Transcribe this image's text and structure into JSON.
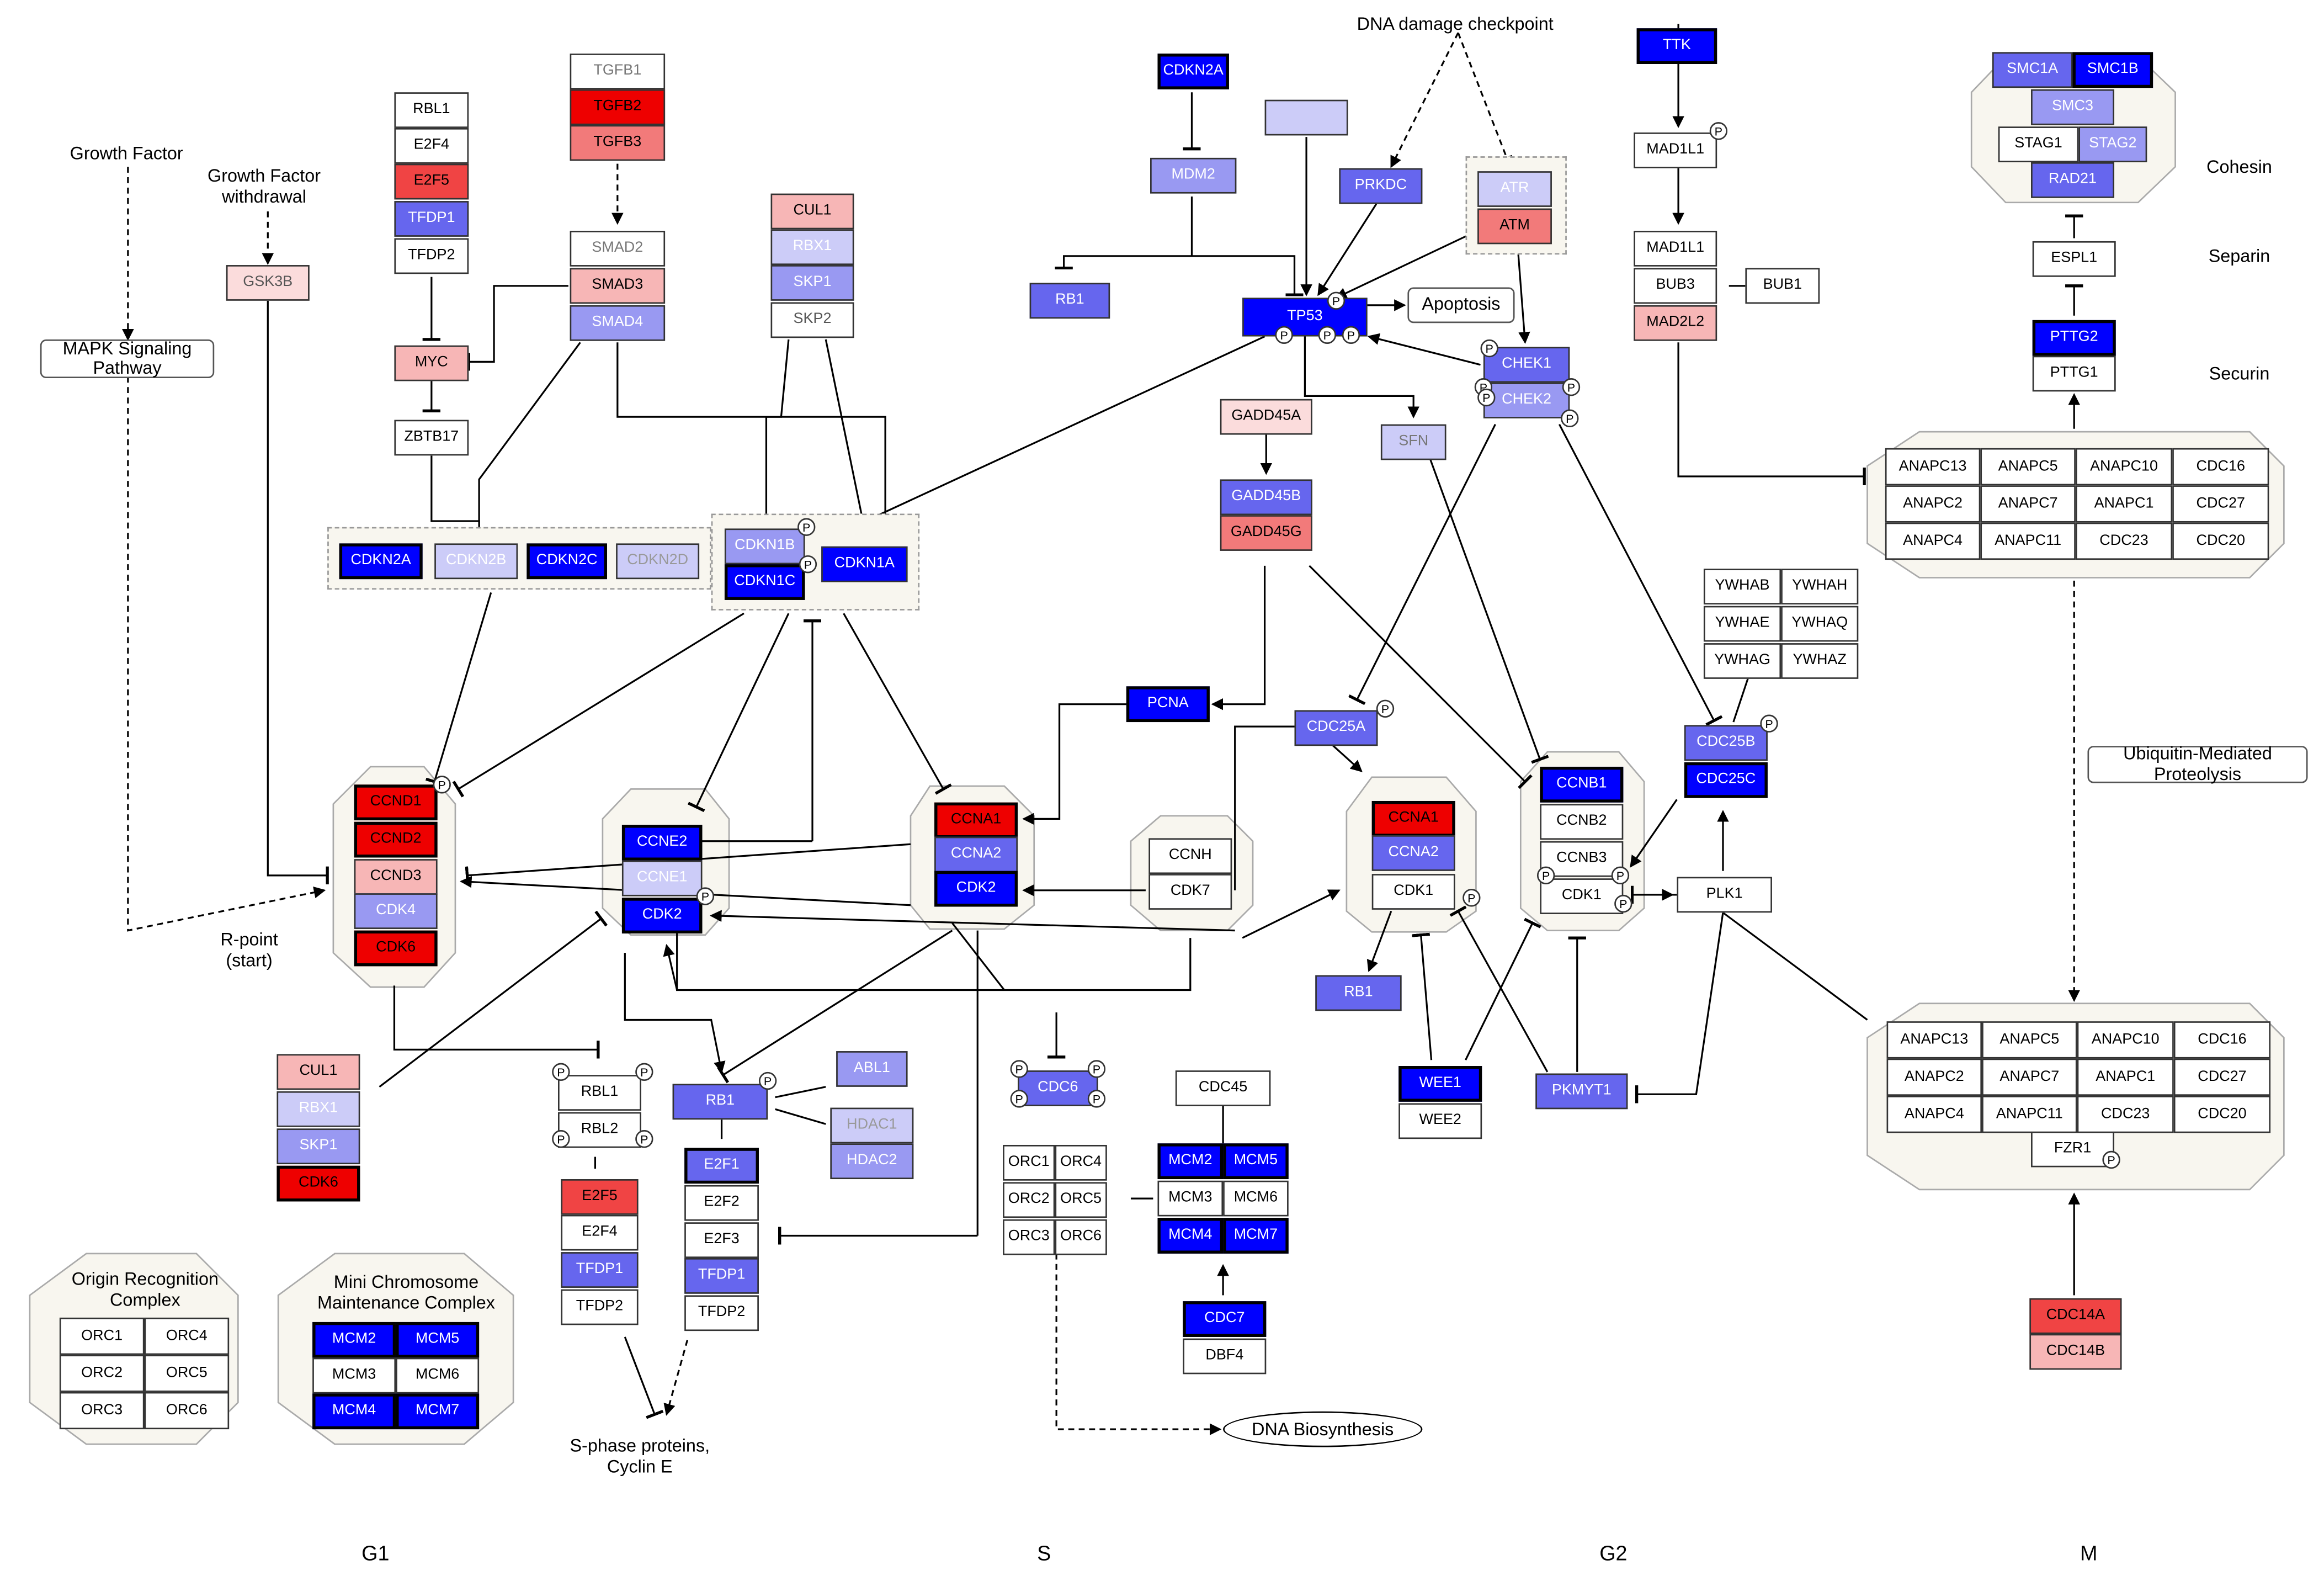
{
  "colors": {
    "deep_blue": "#0000ff",
    "blue": "#2222ee",
    "mid_blue": "#6666ee",
    "light_blue": "#9999f2",
    "pale_blue": "#ccccf8",
    "deep_red": "#ee0000",
    "red": "#f04444",
    "mid_red": "#f27a7a",
    "light_red": "#f7b6b6",
    "pale_red": "#fbdcdc",
    "white": "#ffffff"
  },
  "labels": {
    "growth_factor": "Growth Factor",
    "growth_factor_withdrawal": "Growth Factor\nwithdrawal",
    "mapk": "MAPK Signaling\nPathway",
    "r_point": "R-point\n(start)",
    "dna_damage": "DNA damage checkpoint",
    "apoptosis": "Apoptosis",
    "origin_recognition": "Origin Recognition\nComplex",
    "mini_chromosome": "Mini Chromosome\nMaintenance Complex",
    "s_phase_proteins": "S-phase proteins,\nCyclin E",
    "dna_biosynthesis": "DNA Biosynthesis",
    "cohesin": "Cohesin",
    "separin": "Separin",
    "securin": "Securin",
    "ubiquitin": "Ubiquitin-Mediated\nProteolysis",
    "p": "P"
  },
  "phases": [
    "G1",
    "S",
    "G2",
    "M"
  ],
  "genes": {
    "rb1_top": "RBL1",
    "e2f4_top": "E2F4",
    "e2f5_top": "E2F5",
    "tfdp1_top": "TFDP1",
    "tfdp2_top": "TFDP2",
    "tgfb1": "TGFB1",
    "tgfb2": "TGFB2",
    "tgfb3": "TGFB3",
    "smad2": "SMAD2",
    "smad3": "SMAD3",
    "smad4": "SMAD4",
    "gsk3b": "GSK3B",
    "myc": "MYC",
    "zbtb17": "ZBTB17",
    "cul1_a": "CUL1",
    "rbx1_a": "RBX1",
    "skp1_a": "SKP1",
    "skp2": "SKP2",
    "cdkn2a_top": "CDKN2A",
    "mdm2": "MDM2",
    "rb1_mid": "RB1",
    "prkdc": "PRKDC",
    "atr": "ATR",
    "atm": "ATM",
    "tp53": "TP53",
    "gadd45a": "GADD45A",
    "gadd45b": "GADD45B",
    "gadd45g": "GADD45G",
    "sfn": "SFN",
    "chek1": "CHEK1",
    "chek2": "CHEK2",
    "ttk": "TTK",
    "mad1l1_a": "MAD1L1",
    "mad1l1_b": "MAD1L1",
    "bub3": "BUB3",
    "bub1": "BUB1",
    "mad2l2": "MAD2L2",
    "smc1a": "SMC1A",
    "smc1b": "SMC1B",
    "smc3": "SMC3",
    "stag1": "STAG1",
    "stag2": "STAG2",
    "rad21": "RAD21",
    "espl1": "ESPL1",
    "pttg2": "PTTG2",
    "pttg1": "PTTG1",
    "cdkn2a": "CDKN2A",
    "cdkn2b": "CDKN2B",
    "cdkn2c": "CDKN2C",
    "cdkn2d": "CDKN2D",
    "cdkn1b": "CDKN1B",
    "cdkn1c": "CDKN1C",
    "cdkn1a": "CDKN1A",
    "ccnd1": "CCND1",
    "ccnd2": "CCND2",
    "ccnd3": "CCND3",
    "cdk4": "CDK4",
    "cdk6": "CDK6",
    "ccne2": "CCNE2",
    "ccne1": "CCNE1",
    "cdk2_e": "CDK2",
    "ccna1_s": "CCNA1",
    "ccna2_s": "CCNA2",
    "cdk2_a": "CDK2",
    "pcna": "PCNA",
    "ccnh": "CCNH",
    "cdk7": "CDK7",
    "cdc25a": "CDC25A",
    "ccna1_g": "CCNA1",
    "ccna2_g": "CCNA2",
    "cdk1_a": "CDK1",
    "rb1_g2": "RB1",
    "ccnb1": "CCNB1",
    "ccnb2": "CCNB2",
    "ccnb3": "CCNB3",
    "cdk1_b": "CDK1",
    "ywhab": "YWHAB",
    "ywhah": "YWHAH",
    "ywhae": "YWHAE",
    "ywhaq": "YWHAQ",
    "ywhag": "YWHAG",
    "ywhaz": "YWHAZ",
    "cdc25b": "CDC25B",
    "cdc25c": "CDC25C",
    "plk1": "PLK1",
    "wee1": "WEE1",
    "wee2": "WEE2",
    "pkmyt1": "PKMYT1",
    "cul1_b": "CUL1",
    "rbx1_b": "RBX1",
    "skp1_b": "SKP1",
    "cdk6_b": "CDK6",
    "rbl1_b": "RBL1",
    "rbl2": "RBL2",
    "rb1_low": "RB1",
    "abl1": "ABL1",
    "hdac1": "HDAC1",
    "hdac2": "HDAC2",
    "e2f5_b": "E2F5",
    "e2f4_b": "E2F4",
    "tfdp1_b": "TFDP1",
    "tfdp2_b": "TFDP2",
    "e2f1": "E2F1",
    "e2f2": "E2F2",
    "e2f3": "E2F3",
    "tfdp1_c": "TFDP1",
    "tfdp2_c": "TFDP2",
    "cdc6": "CDC6",
    "orc1_s": "ORC1",
    "orc4_s": "ORC4",
    "orc2_s": "ORC2",
    "orc5_s": "ORC5",
    "orc3_s": "ORC3",
    "orc6_s": "ORC6",
    "cdc45": "CDC45",
    "mcm2_s": "MCM2",
    "mcm5_s": "MCM5",
    "mcm3_s": "MCM3",
    "mcm6_s": "MCM6",
    "mcm4_s": "MCM4",
    "mcm7_s": "MCM7",
    "cdc7": "CDC7",
    "dbf4": "DBF4",
    "orc1_c": "ORC1",
    "orc4_c": "ORC4",
    "orc2_c": "ORC2",
    "orc5_c": "ORC5",
    "orc3_c": "ORC3",
    "orc6_c": "ORC6",
    "mcm2_c": "MCM2",
    "mcm5_c": "MCM5",
    "mcm3_c": "MCM3",
    "mcm6_c": "MCM6",
    "mcm4_c": "MCM4",
    "mcm7_c": "MCM7",
    "cdc14a": "CDC14A",
    "cdc14b": "CDC14B",
    "fzr1": "FZR1",
    "apc_top": [
      [
        "ANAPC13",
        "ANAPC5",
        "ANAPC10",
        "CDC16"
      ],
      [
        "ANAPC2",
        "ANAPC7",
        "ANAPC1",
        "CDC27"
      ],
      [
        "ANAPC4",
        "ANAPC11",
        "CDC23",
        "CDC20"
      ]
    ],
    "apc_bot": [
      [
        "ANAPC13",
        "ANAPC5",
        "ANAPC10",
        "CDC16"
      ],
      [
        "ANAPC2",
        "ANAPC7",
        "ANAPC1",
        "CDC27"
      ],
      [
        "ANAPC4",
        "ANAPC11",
        "CDC23",
        "CDC20"
      ]
    ]
  }
}
